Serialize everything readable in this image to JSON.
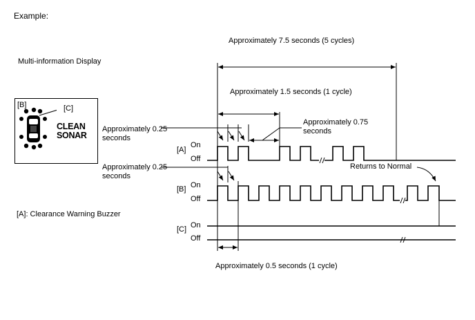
{
  "example_label": "Example:",
  "annotations": {
    "total": "Approximately 7.5 seconds (5 cycles)",
    "cycle_a": "Approximately 1.5 seconds (1 cycle)",
    "on_a": "Approximately 0.25\nseconds",
    "off_a": "Approximately 0.75\nseconds",
    "on_b": "Approximately 0.25\nseconds",
    "cycle_b": "Approximately 0.5 seconds (1 cycle)",
    "returns": "Returns to Normal"
  },
  "display": {
    "title": "Multi-information Display",
    "label_b": "[B]",
    "label_c": "[C]",
    "message": "CLEAN\nSONAR"
  },
  "legend": "[A]: Clearance Warning Buzzer",
  "signals": {
    "a": {
      "label": "[A]",
      "on": "On",
      "off": "Off"
    },
    "b": {
      "label": "[B]",
      "on": "On",
      "off": "Off"
    },
    "c": {
      "label": "[C]",
      "on": "On",
      "off": "Off"
    }
  }
}
